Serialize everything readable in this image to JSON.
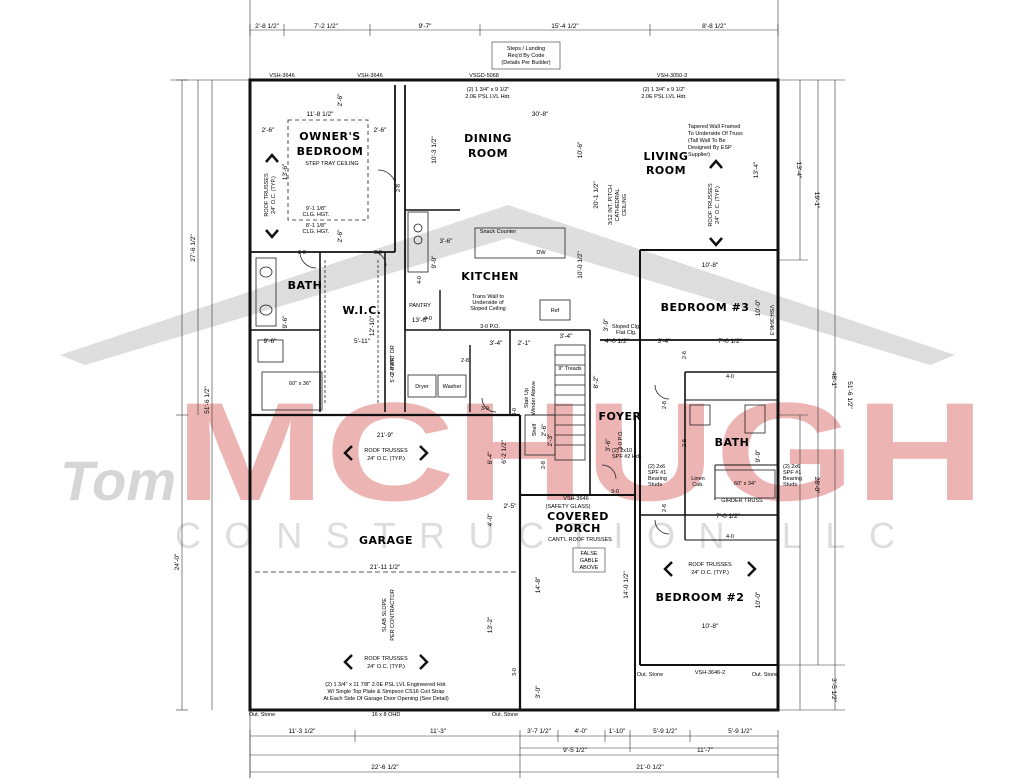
{
  "watermark": {
    "script": "Tom",
    "brand": "MCHUGH",
    "tagline": "CONSTRUCTION LLC",
    "colors": {
      "red": "#e8a0a0",
      "gray": "#d9d9d9"
    }
  },
  "notes": {
    "stairs": [
      "Steps / Landing",
      "Req'd By Code",
      "(Details Per Builder)"
    ],
    "tapered": [
      "Tapered Wall Framed",
      "To Underside Of Truss",
      "(Tall Wall To Be",
      "Designed By ESP",
      "Supplier)"
    ],
    "header_dining": [
      "(2) 1 3/4\" x 9 1/2\"",
      "2.0E PSL LVL Hdr."
    ],
    "header_living": [
      "(2) 1 3/4\" x 9 1/2\"",
      "2.0E PSL LVL Hdr."
    ],
    "garage_hdr": [
      "(2) 1 3/4\" x 11 7/8\" 2.0E PSL LVL Engineered Hdr.",
      "W/ Single Top Plate & Simpson CS16 Coil Strap",
      "At Each Side Of Garage Door Opening (See Detail)"
    ],
    "ceiling_pitch": [
      "3/12 INT. PITCH",
      "CATHEDRAL",
      "CEILING"
    ],
    "trans_wall": [
      "Trans Wall to",
      "Underside of",
      "Sloped Ceiling"
    ],
    "sloped_clg": [
      "Sloped Clg.",
      "Flat Clg."
    ],
    "girder": "GIRDER TRUSS",
    "safety_glass": "(SAFETY GLASS)",
    "cantl": "CANT'L ROOF TRUSSES",
    "false_gable": [
      "FALSE",
      "GABLE",
      "ABOVE"
    ],
    "slab_slope": [
      "SLAB SLOPE",
      "PER CONTRACTOR"
    ],
    "garage_door": "16 x 8 OHD",
    "bearing_left": [
      "(2) 2x6",
      "SPF #1",
      "Bearing",
      "Studs"
    ],
    "bearing_right": [
      "(2) 2x6",
      "SPF #1",
      "Bearing",
      "Studs"
    ],
    "bearing_mid": [
      "(2) 2x10",
      "SPF #2 Hdr."
    ],
    "linen": [
      "Linen",
      "Cab."
    ],
    "snack": "Snack Counter",
    "dw": "DW",
    "ref": "Ref",
    "pantry": "PANTRY",
    "pwr": "5'-0\" PWR",
    "shower": "60\" x 36\"",
    "tub": "60\" x 34\"",
    "treads": "9\" Treads",
    "shelf": "Shelf",
    "spiral": [
      "Stair Up",
      "Winder Above"
    ],
    "out_stone": "Out. Stone",
    "dryer": "Dryer",
    "washer": "Washer",
    "tray": "STEP TRAY CEILING",
    "clg1": [
      "9'-1 1/8\"",
      "CLG. HGT."
    ],
    "clg2": [
      "8'-1 1/8\"",
      "CLG. HGT."
    ],
    "truss_typ": [
      "ROOF TRUSSES",
      "24\" O.C. (TYP.)"
    ],
    "truss_side": [
      "ROOF TRUSSES",
      "24\" O.C. (TYP.)"
    ]
  },
  "rooms": {
    "owners": [
      "OWNER'S",
      "BEDROOM"
    ],
    "dining": [
      "DINING",
      "ROOM"
    ],
    "living": [
      "LIVING",
      "ROOM"
    ],
    "kitchen": "KITCHEN",
    "bath_left": "BATH",
    "wic": "W.I.C.",
    "bedroom3": "BEDROOM #3",
    "foyer": "FOYER",
    "bath_right": "BATH",
    "garage": "GARAGE",
    "porch": [
      "COVERED",
      "PORCH"
    ],
    "bedroom2": "BEDROOM #2"
  },
  "windows": {
    "w1": "VSH-3646",
    "w2": "VSH-3646",
    "w3": "VSGD-5068",
    "w4": "VSH-3050-3",
    "w5": "VSH-3646",
    "w6": "VSH-3646-2",
    "w7": "VSH-3646-3"
  },
  "dims": {
    "top": [
      "2'-8 1/2\"",
      "7'-2 1/2\"",
      "9'-7\"",
      "15'-4 1/2\"",
      "8'-8 1/2\""
    ],
    "bottom1": [
      "11'-3 1/2\"",
      "11'-3\"",
      "3'-7 1/2\"",
      "4'-0\"",
      "1'-10\"",
      "5'-9 1/2\"",
      "5'-9 1/2\""
    ],
    "bottom2": [
      "9'-5 1/2\"",
      "11'-7\""
    ],
    "bottom3": [
      "22'-6 1/2\"",
      "21'-0 1/2\""
    ],
    "left": [
      "27'-6 1/2\"",
      "51'-6 1/2\"",
      "24'-0\""
    ],
    "right": [
      "13'-4\"",
      "19'-1\"",
      "48'-1\"",
      "51'-6 1/2\"",
      "28'-0\"",
      "3'-5 1/2\""
    ],
    "interior": {
      "d_30_8": "30'-8\"",
      "d_11_8": "11'-8 1/2\"",
      "d_2_6a": "2'-6\"",
      "d_2_6b": "2'-6\"",
      "d_2_6c": "2'-6\"",
      "d_2_6d": "2'-6\"",
      "d_13_6": "13'-6\"",
      "d_10_3": "10'-3 1/2\"",
      "d_10_6": "10'-6\"",
      "d_20_1": "20'-1 1/2\"",
      "d_13_4": "13'-4\"",
      "d_3_6": "3'-6\"",
      "d_9_0": "9'-0\"",
      "d_10_0": "10'-0 1/2\"",
      "d_10_8a": "10'-8\"",
      "d_10_0b": "10'-0\"",
      "d_3_4a": "3'-4\"",
      "d_4_0": "4'-0 1/2\"",
      "d_3_4b": "3'-4\"",
      "d_7_0": "7'-0 1/2\"",
      "d_12_10": "12'-10\"",
      "d_5_11": "5'-11\"",
      "d_9_6": "9'-6\"",
      "d_9_6b": "9'-6\"",
      "d_21_9": "21'-9\"",
      "d_6_4": "6'-4\"",
      "d_4_0b": "4'-0\"",
      "d_21_11": "21'-11 1/2\"",
      "d_13_2": "13'-2\"",
      "d_14_8": "14'-8\"",
      "d_14_0": "14'-0 1/2\"",
      "d_10_8b": "10'-8\"",
      "d_10_0c": "10'-0\"",
      "d_3_0": "3'-0\"",
      "d_2_1": "2'-1\"",
      "d_3_4c": "3'-4\"",
      "d_7_0b": "7'-0 1/2\"",
      "d_2_5": "2'-5\"",
      "d_3_9": "3'-9\"",
      "d_8_2": "8'-2\"",
      "d_2_6e": "2'-6\"",
      "d_9_9": "9'-9\"",
      "d_6_2": "6'-2 1/2\"",
      "d_3_6b": "3'-6\"",
      "d_13_6b": "13'-6\"",
      "d_2_3": "2'-3\""
    },
    "openings": [
      "3-0 P.O.",
      "3-0 P.O.",
      "2-8",
      "2-8",
      "2-8",
      "2-8",
      "2-8",
      "3-0",
      "3-0",
      "2-8",
      "2-8",
      "4-0",
      "4-0",
      "4-0",
      "4-0",
      "2-6",
      "2-6",
      "3-0",
      "3-0",
      "2-8 PKT DR"
    ]
  }
}
